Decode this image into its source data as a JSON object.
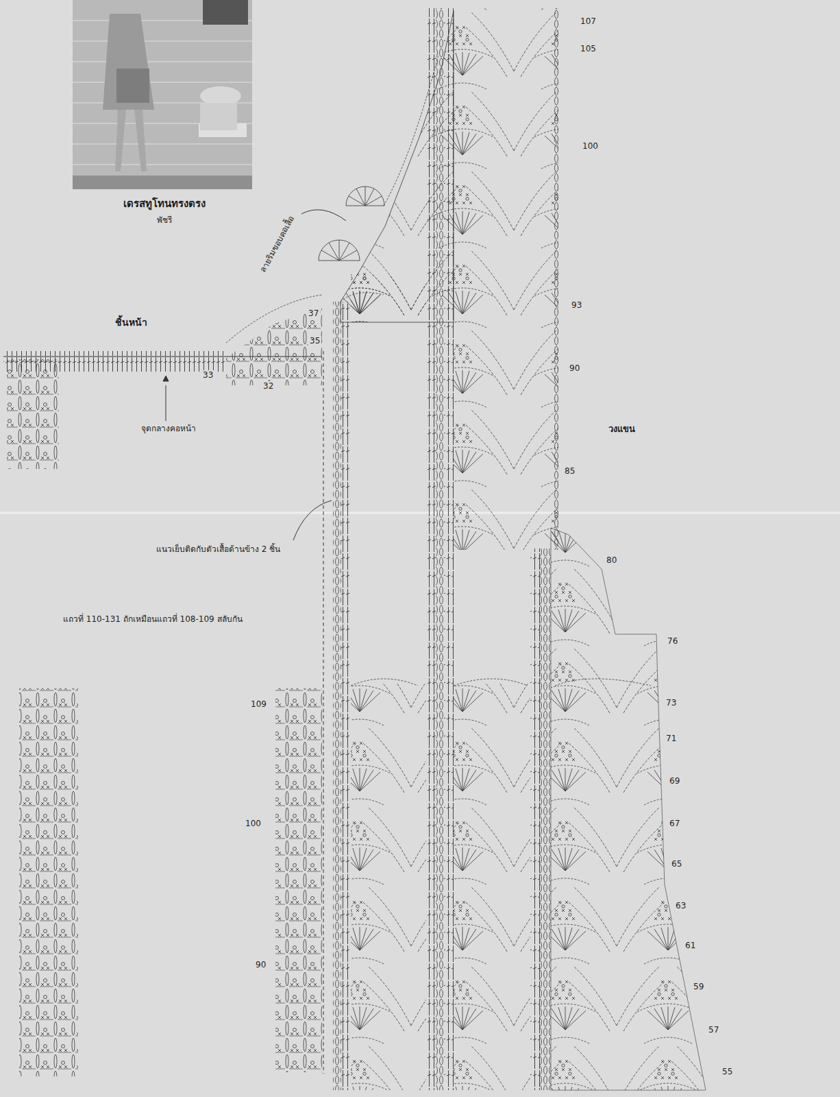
{
  "diagram": {
    "title": "เดรสทูโทนทรงตรง",
    "labels": [
      "พัชรี",
      "ชิ้นหน้า",
      "ลายริมขอบคอเสื้อ",
      "จุดกลางคอหน้า",
      "แนวเย็บติดกับตัวเสื้อด้านข้าง 2 ชิ้น",
      "แถวที่ 110-131 ถักเหมือนแถวที่ 108-109 สลับกัน",
      "วงแขน",
      "107",
      "105",
      "100",
      "93",
      "90",
      "85",
      "80",
      "76",
      "73",
      "71",
      "69",
      "67",
      "65",
      "63",
      "61",
      "59",
      "57",
      "55",
      "37",
      "35",
      "33",
      "32",
      "109",
      "100",
      "90"
    ]
  }
}
